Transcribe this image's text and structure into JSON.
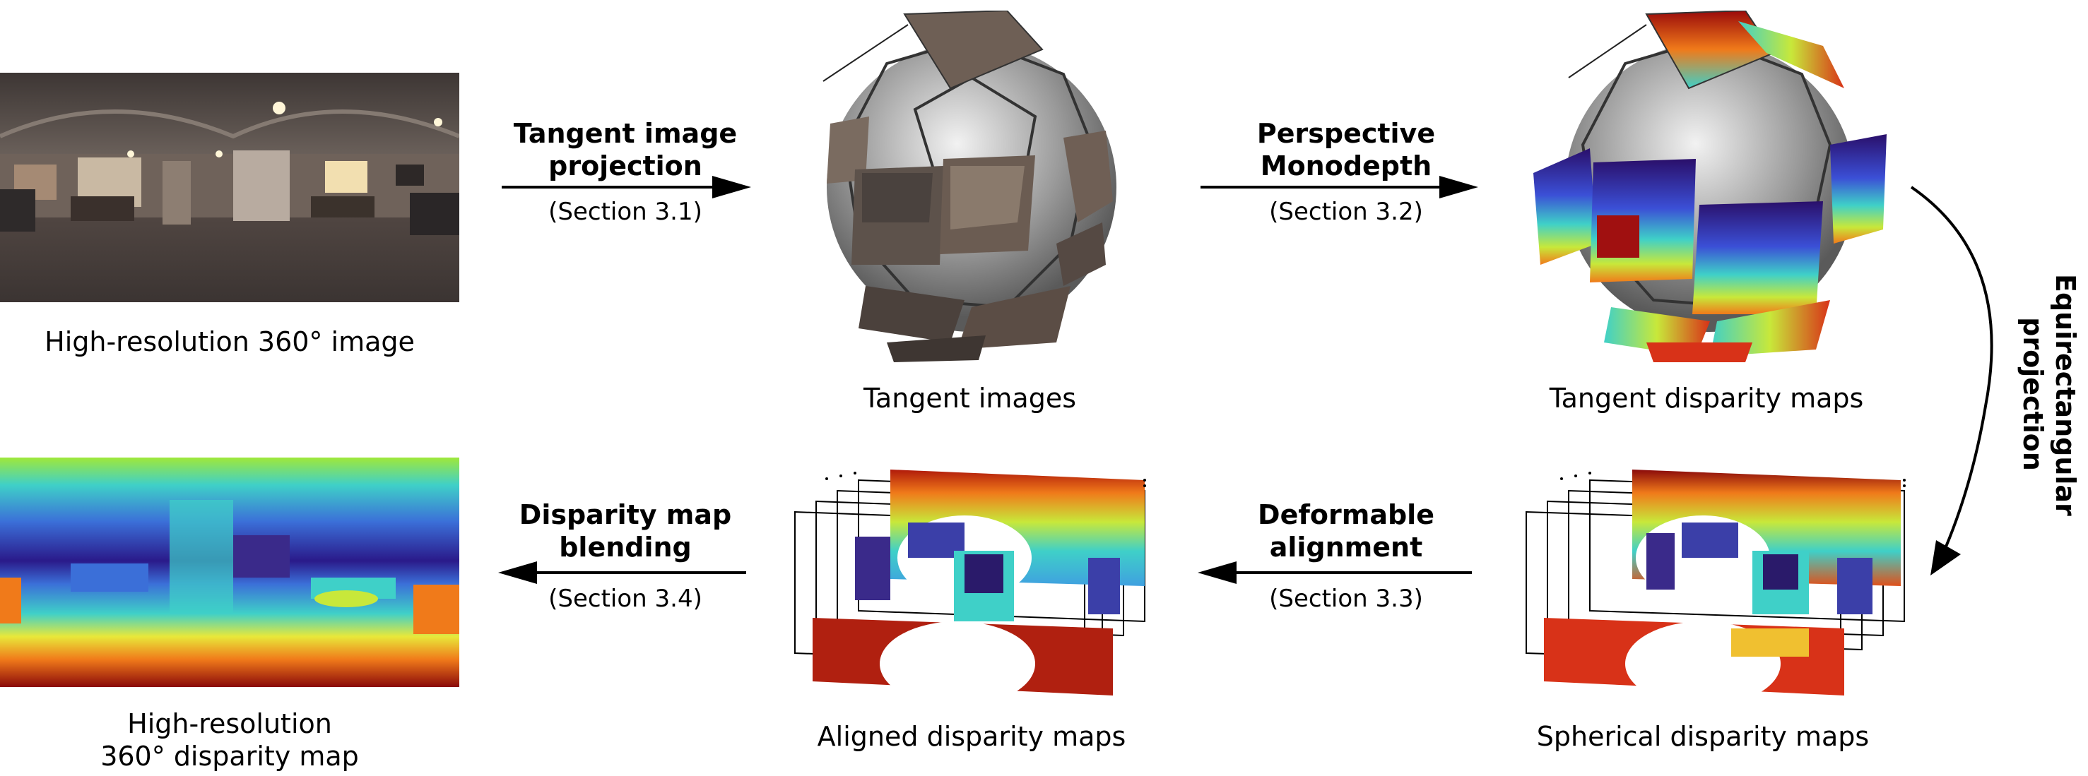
{
  "panels": {
    "input_image": {
      "caption": "High-resolution 360° image"
    },
    "tangent_images": {
      "caption": "Tangent images"
    },
    "tangent_disparity": {
      "caption": "Tangent disparity maps"
    },
    "spherical_disparity": {
      "caption": "Spherical disparity maps"
    },
    "aligned_disparity": {
      "caption": "Aligned disparity maps"
    },
    "output_disparity": {
      "caption_line1": "High-resolution",
      "caption_line2": "360° disparity map"
    }
  },
  "steps": {
    "step1": {
      "title_line1": "Tangent image",
      "title_line2": "projection",
      "section": "(Section 3.1)"
    },
    "step2": {
      "title_line1": "Perspective",
      "title_line2": "Monodepth",
      "section": "(Section 3.2)"
    },
    "step3": {
      "title_line1": "Equirectangular",
      "title_line2": "projection"
    },
    "step4": {
      "title_line1": "Deformable",
      "title_line2": "alignment",
      "section": "(Section 3.3)"
    },
    "step5": {
      "title_line1": "Disparity map",
      "title_line2": "blending",
      "section": "(Section 3.4)"
    }
  }
}
